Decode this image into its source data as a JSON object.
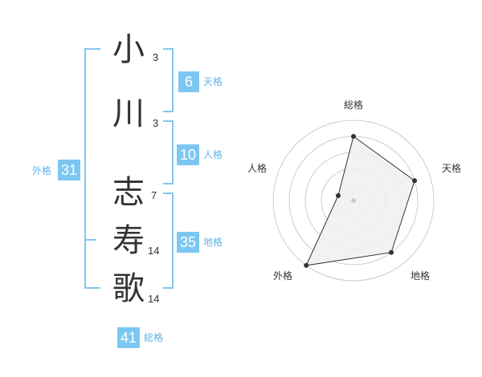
{
  "name": {
    "chars": [
      {
        "char": "小",
        "strokes": "3"
      },
      {
        "char": "川",
        "strokes": "3"
      },
      {
        "char": "志",
        "strokes": "7"
      },
      {
        "char": "寿",
        "strokes": "14"
      },
      {
        "char": "歌",
        "strokes": "14"
      }
    ]
  },
  "fortunes": {
    "tenkaku": {
      "value": "6",
      "label": "天格"
    },
    "jinkaku": {
      "value": "10",
      "label": "人格"
    },
    "chikaku": {
      "value": "35",
      "label": "地格"
    },
    "gaikaku": {
      "value": "31",
      "label": "外格"
    },
    "soukaku": {
      "value": "41",
      "label": "総格"
    }
  },
  "chart_data": {
    "type": "radar",
    "axes": [
      "総格",
      "天格",
      "地格",
      "外格",
      "人格"
    ],
    "values": [
      4,
      4,
      4,
      5,
      1
    ],
    "max": 5,
    "grid": true,
    "colors": {
      "fill": "#f0f0f0",
      "line": "#333333",
      "grid": "#cccccc",
      "center": "#cccccc"
    }
  },
  "colors": {
    "accent": "#7cc7f2",
    "label": "#5fb4e8"
  }
}
